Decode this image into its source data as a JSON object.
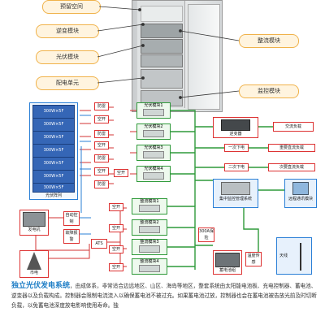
{
  "cabinet_labels": {
    "reserved_space": "预留空间",
    "inverter_module": "逆变模块",
    "pv_module": "光伏模块",
    "power_distribution_unit": "配电单元",
    "rectifier_module": "整流模块",
    "monitor_module": "监控模块"
  },
  "diagram": {
    "pv_array": {
      "panels": [
        "300W×5F",
        "300W×5F",
        "300W×5F",
        "300W×5F",
        "300W×5F",
        "300W×5F",
        "300W×5F"
      ],
      "label": "光伏阵列"
    },
    "lightning": [
      "防雷",
      "防雷",
      "防雷",
      "防雷"
    ],
    "breakers_pv": [
      "空开",
      "空开",
      "空开",
      "空开"
    ],
    "pv_modules": [
      "光伏模块1",
      "光伏模块2",
      "光伏模块3",
      "光伏模块4"
    ],
    "inverter": "逆变器",
    "ac_load": "交流负载",
    "breakers_dc": [
      "一次下电",
      "二次下电"
    ],
    "dc_loads": [
      "重要直流负载",
      "次要直流负载"
    ],
    "monitor_system": "集中监控管理系统",
    "remote_comm": "远程通讯模块",
    "generator": "发电机",
    "auto_control": "自动控制",
    "fault_alarm": "故障报警",
    "ats": "ATS",
    "breakers_ac": [
      "空开",
      "空开",
      "空开",
      "空开"
    ],
    "rectifier_modules": [
      "整流模块1",
      "整流模块2",
      "整流模块3",
      "整流模块4"
    ],
    "breaker_300a": "300A保险",
    "battery_pack": "蓄电池组",
    "temp_sensor": "温度传感",
    "grid": "市电",
    "antenna": "天线"
  },
  "description": {
    "headline": "独立光伏发电系统",
    "text": "，由成体系，非常适合边远地区、山区、海岛等地区，整套系统由太阳能电池板、充电控制器、蓄电池、逆变器以及负载构成。控制器会限制电流流入以确保蓄电池不被过充。如果蓄电池过放，控制器也会在蓄电池被告放光前及时切断负载，以免蓄电池深度放电影响使用寿命。独"
  },
  "colors": {
    "accent_blue": "#1f7ec6",
    "pill_border": "#f0b24a",
    "line_green": "#2f9a3a",
    "line_red": "#d33333",
    "line_blue": "#2a7fd6"
  }
}
